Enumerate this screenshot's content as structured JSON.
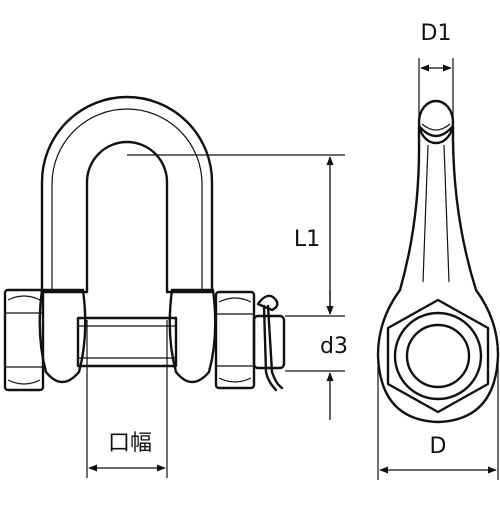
{
  "labels": {
    "d1": "D1",
    "l1": "L1",
    "d3": "d3",
    "mouth_width": "口幅",
    "d": "D"
  }
}
